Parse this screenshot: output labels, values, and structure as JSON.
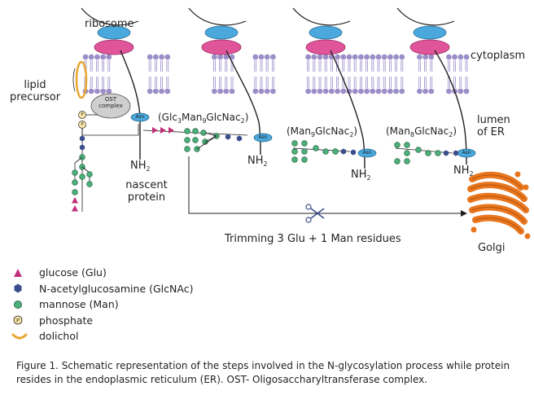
{
  "labels": {
    "ribosome": "ribosome",
    "cytoplasm": "cytoplasm",
    "lumen_line1": "lumen",
    "lumen_line2": "of ER",
    "lipid_line1": "lipid",
    "lipid_line2": "precursor",
    "ost_line1": "OST",
    "ost_line2": "complex",
    "asn": "Asn",
    "phosphate_symbol": "P",
    "nh2_base": "NH",
    "nh2_sub": "2",
    "nascent_line1": "nascent",
    "nascent_line2": "protein",
    "trimming": "Trimming 3 Glu + 1 Man residues",
    "golgi": "Golgi"
  },
  "glycans": [
    {
      "parts": [
        "(Glc",
        "3",
        "Man",
        "9",
        "GlcNac",
        "2",
        ")"
      ]
    },
    {
      "parts": [
        "(Man",
        "9",
        "GlcNac",
        "2",
        ")"
      ]
    },
    {
      "parts": [
        "(Man",
        "8",
        "GlcNac",
        "2",
        ")"
      ]
    }
  ],
  "legend": [
    {
      "label": "glucose (Glu)",
      "icon": "triangle-icon",
      "color": "#c0307a"
    },
    {
      "label": "N-acetylglucosamine (GlcNAc)",
      "icon": "hexagon-icon",
      "color": "#3b4e8c"
    },
    {
      "label": "mannose (Man)",
      "icon": "circle-icon",
      "color": "#4caf7a"
    },
    {
      "label": "phosphate",
      "icon": "phosphate-icon",
      "color": "#e8a630"
    },
    {
      "label": "dolichol",
      "icon": "dolichol-icon",
      "color": "#e8a630"
    }
  ],
  "caption": "Figure 1. Schematic representation of the steps involved in the N-glycosylation process while protein resides in the endoplasmic reticulum (ER). OST- Oligosaccharyltransferase complex.",
  "colors": {
    "membrane": "#9b8ec8",
    "ribosome_top": "#4aa8dc",
    "ribosome_bottom": "#e0559a",
    "glucose": "#c0307a",
    "glcnac": "#3b4e8c",
    "mannose": "#4caf7a",
    "golgi": "#e8761e",
    "asn": "#4aa8dc",
    "ost": "#cfcfcf",
    "dolichol": "#e8a630"
  }
}
